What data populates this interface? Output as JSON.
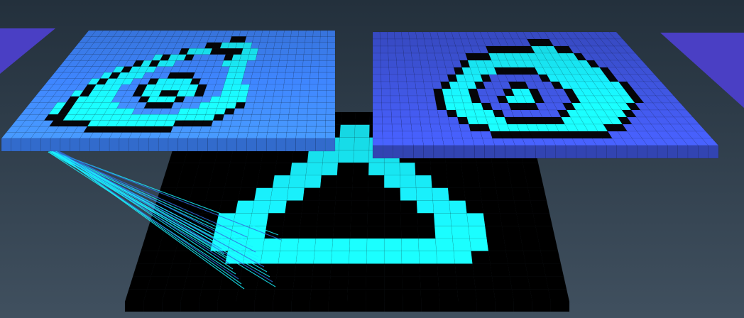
{
  "scene": {
    "background_top": "#23303c",
    "background_bottom": "#40505f",
    "layers": [
      {
        "name": "input-layer-left",
        "base_color": "#3f86ff",
        "active_color": "#19f2ff",
        "dark_color": "#050508",
        "pattern": [
          "0000000000000000000000000000000000",
          "0000000000000000000022000000000000",
          "0000000000000000022111100000000000",
          "0000000000000021112222110000000000",
          "0000000000012112000021110000000000",
          "0000000002121100000011100000000000",
          "0000000121110000000001100000000000",
          "0000001211100022200001100000000000",
          "0000012111002111120001100000000000",
          "0000021110021111112001110000000000",
          "0000121110021122112001110000000000",
          "0000211110002111200011110000000000",
          "0001211111000222000111120000000000",
          "0001211111110000011111200000000000",
          "0002211111111111111112000000000000",
          "0000222211111111122220000000000000",
          "0000000022222222200000000000000000",
          "0000000000000000000000000000000000"
        ]
      },
      {
        "name": "input-layer-right",
        "base_color": "#3f55df",
        "active_color": "#19f2ff",
        "dark_color": "#050508",
        "pattern": [
          "0000000000000000000000000000000000",
          "0000000000000000000002220000000000",
          "0000000000000002222221112200000000",
          "0000000000002221111111111120000000",
          "0000000000021111111111111112000000",
          "0000000000211112222211111111200000",
          "0000000002111200000021111111200000",
          "0000000021112000220002111111120000",
          "0000000211120002112000211111120000",
          "0000000211120021112000211111120000",
          "0000000211112002220002111111200000",
          "0000000021111200000021111112000000",
          "0000000002111122222211111120000000",
          "0000000000221111111111112200000000",
          "0000000000002222222222220000000000",
          "0000000000000000000000000000000000"
        ]
      },
      {
        "name": "output-layer-center",
        "base_color": "#000000",
        "active_color": "#19f2ff",
        "dark_color": "#000000",
        "pattern": [
          "000000000000000000000000",
          "000000000001100000000000",
          "000000000011110000000000",
          "000000000111111000000000",
          "000000001110011100000000",
          "000000011100001110000000",
          "000000111000000111000000",
          "000001110000000011100000",
          "000011100000000001110000",
          "000011100000000001110000",
          "000011111111111111110000",
          "000001111111111111100000",
          "000000000000000000000000",
          "000000000000000000000000",
          "000000000000000000000000"
        ]
      }
    ],
    "connection_color": "#19f2ff"
  }
}
